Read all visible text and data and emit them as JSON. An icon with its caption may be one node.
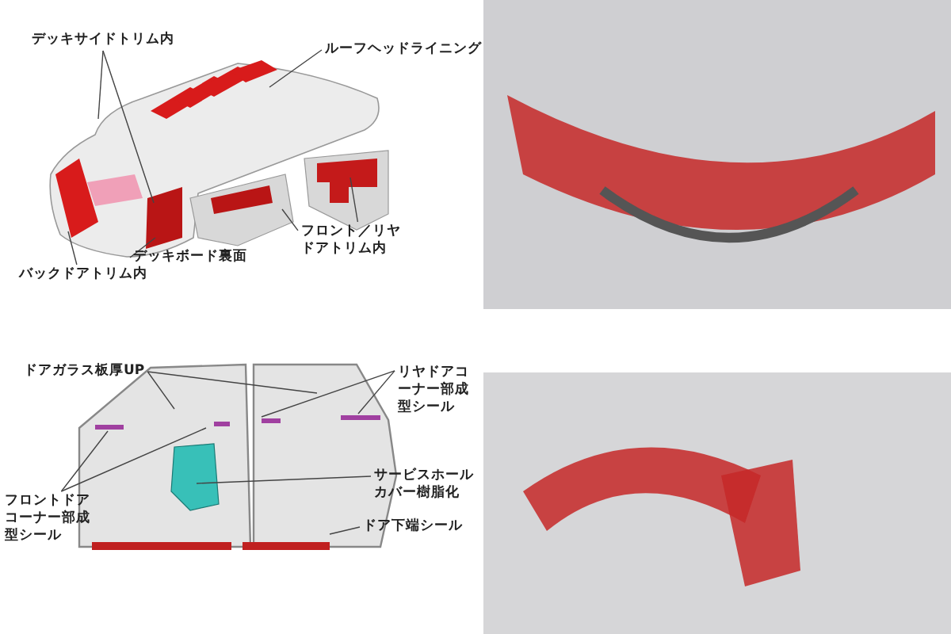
{
  "diagram": {
    "nodes": [
      {
        "text": [
          "デッキサイドトリム内"
        ]
      },
      {
        "text": [
          "ルーフヘッドライニング"
        ]
      },
      {
        "text": [
          "フロント／リヤドアトリム内"
        ]
      },
      {
        "text": [
          "バックドアトリム内"
        ]
      },
      {
        "text": [
          "デッキボード裏面"
        ]
      },
      {
        "text": [
          "ドアガラス板厚UP"
        ]
      },
      {
        "text": [
          "リヤドアコーナー部成型シール"
        ]
      },
      {
        "text": [
          "フロントドアコーナー部成型シール"
        ]
      },
      {
        "text": [
          "サービスホールカバー樹脂化"
        ]
      },
      {
        "text": [
          "ドア下端シール"
        ]
      }
    ],
    "edges": [
      {
        "from": 0,
        "to": null,
        "arrow": "none"
      },
      {
        "from": 0,
        "to": null,
        "arrow": "none"
      },
      {
        "from": 1,
        "to": null,
        "arrow": "none"
      },
      {
        "from": 2,
        "to": null,
        "arrow": "none"
      },
      {
        "from": 2,
        "to": null,
        "arrow": "none"
      },
      {
        "from": 3,
        "to": null,
        "arrow": "none"
      },
      {
        "from": 4,
        "to": null,
        "arrow": "none"
      },
      {
        "from": 5,
        "to": null,
        "arrow": "none"
      },
      {
        "from": 5,
        "to": null,
        "arrow": "none"
      },
      {
        "from": 6,
        "to": null,
        "arrow": "none"
      },
      {
        "from": 6,
        "to": null,
        "arrow": "none"
      },
      {
        "from": 7,
        "to": null,
        "arrow": "none"
      },
      {
        "from": 7,
        "to": null,
        "arrow": "none"
      },
      {
        "from": 8,
        "to": null,
        "arrow": "none"
      },
      {
        "from": 9,
        "to": null,
        "arrow": "none"
      }
    ]
  }
}
